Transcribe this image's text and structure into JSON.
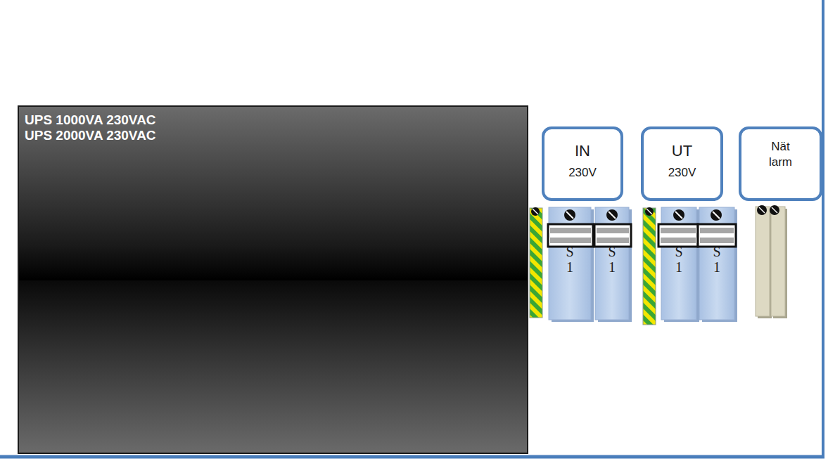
{
  "diagram": {
    "nodes": [
      {
        "text": [
          "UPS 1000VA 230VAC",
          "UPS 2000VA 230VAC"
        ]
      },
      {
        "text": [
          "IN",
          "230V"
        ]
      },
      {
        "text": [
          "UT",
          "230V"
        ]
      },
      {
        "text": [
          "Nät larm"
        ]
      },
      {
        "text": [
          "S 1"
        ]
      },
      {
        "text": [
          "S 1"
        ]
      },
      {
        "text": [
          "S 1"
        ]
      },
      {
        "text": [
          "S 1"
        ]
      }
    ]
  }
}
